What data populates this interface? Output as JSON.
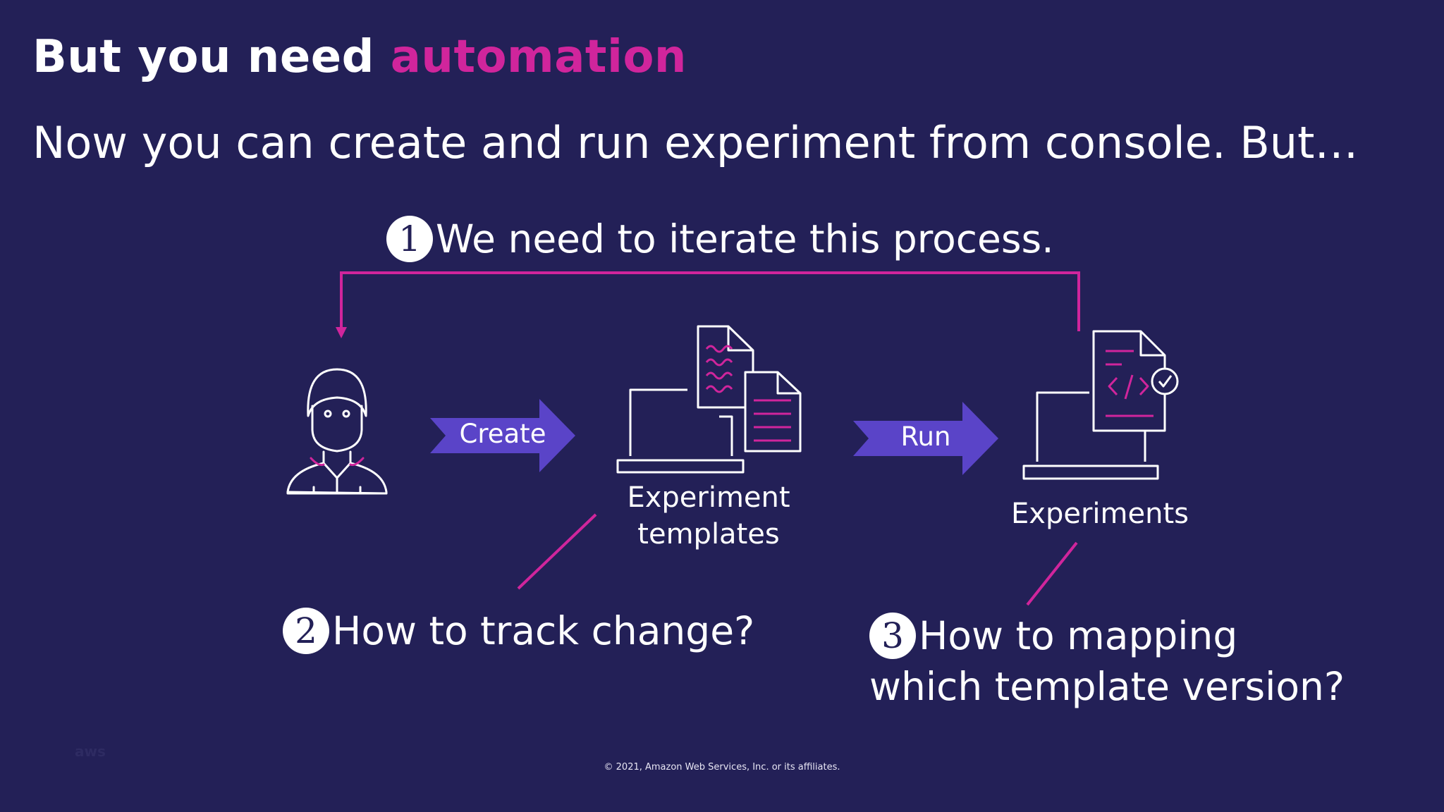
{
  "title": {
    "prefix": "But you need ",
    "accent": "automation"
  },
  "subtitle": "Now you can create and run experiment from console. But…",
  "steps": [
    {
      "number": "1",
      "text": "We need to iterate this process."
    },
    {
      "number": "2",
      "text": "How to track change?"
    },
    {
      "number": "3",
      "line1": "How to mapping",
      "line2": "which template version?"
    }
  ],
  "flow": {
    "create_label": "Create",
    "run_label": "Run",
    "templates_label_line1": "Experiment",
    "templates_label_line2": "templates",
    "experiments_label": "Experiments"
  },
  "icons": [
    "user-icon",
    "experiment-templates-icon",
    "experiments-icon"
  ],
  "footer": "© 2021, Amazon Web Services, Inc. or its affiliates.",
  "logo": "aws",
  "colors": {
    "background": "#232057",
    "accent": "#d0259c",
    "arrow_fill": "#5a44c8",
    "text": "#ffffff"
  }
}
